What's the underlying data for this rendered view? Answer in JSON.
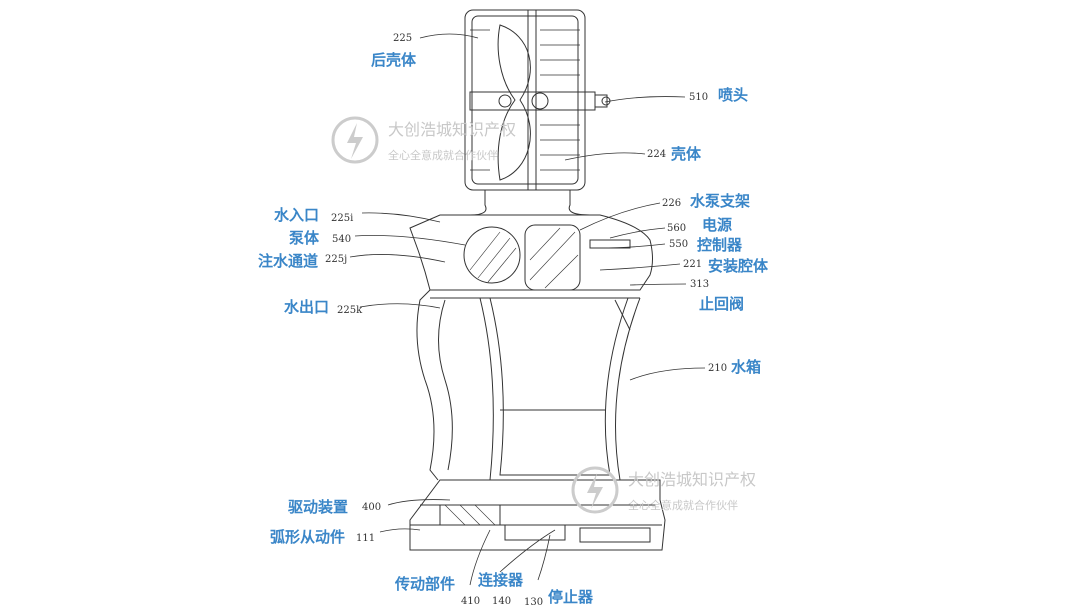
{
  "callouts": [
    {
      "num": "225",
      "label": "后壳体"
    },
    {
      "num": "510",
      "label": "喷头"
    },
    {
      "num": "224",
      "label": "壳体"
    },
    {
      "num": "226",
      "label": "水泵支架"
    },
    {
      "num": "560",
      "label": "电源"
    },
    {
      "num": "550",
      "label": "控制器"
    },
    {
      "num": "221",
      "label": "安装腔体"
    },
    {
      "num": "313",
      "label": "止回阀"
    },
    {
      "num": "210",
      "label": "水箱"
    },
    {
      "num": "225i",
      "label": "水入口"
    },
    {
      "num": "540",
      "label": "泵体"
    },
    {
      "num": "225j",
      "label": "注水通道"
    },
    {
      "num": "225k",
      "label": "水出口"
    },
    {
      "num": "400",
      "label": "驱动装置"
    },
    {
      "num": "111",
      "label": "弧形从动件"
    },
    {
      "num": "410",
      "label": "传动部件"
    },
    {
      "num": "140",
      "label": "连接器"
    },
    {
      "num": "130",
      "label": "停止器"
    }
  ],
  "watermark": {
    "title": "大创浩城知识产权",
    "slogan": "全心全意成就合作伙伴"
  },
  "colors": {
    "label": "#3a86c8",
    "line": "#333333",
    "watermark": "#c8c8c8"
  }
}
